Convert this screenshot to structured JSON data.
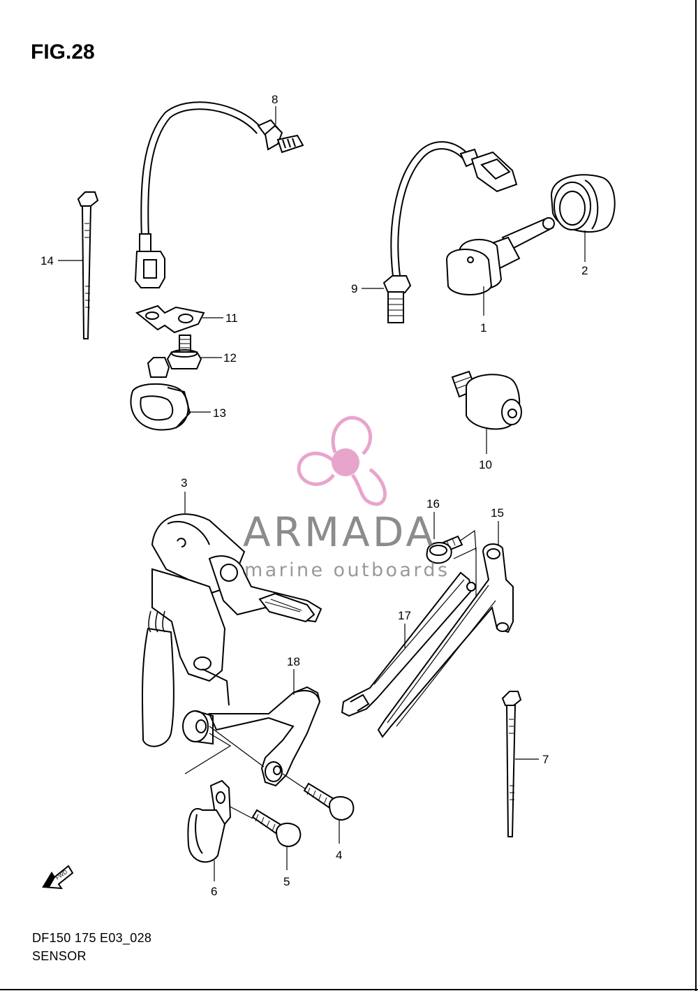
{
  "figure": {
    "title": "FIG.28",
    "model_code": "DF150 175 E03_028",
    "section_name": "SENSOR"
  },
  "watermark": {
    "brand": "ARMADA",
    "tagline": "marine outboards",
    "logo_color": "#e8a5cc",
    "text_color": "#666666"
  },
  "direction_marker": {
    "label": "FWD"
  },
  "callouts": [
    {
      "id": "1",
      "label": "1"
    },
    {
      "id": "2",
      "label": "2"
    },
    {
      "id": "3",
      "label": "3"
    },
    {
      "id": "4",
      "label": "4"
    },
    {
      "id": "5",
      "label": "5"
    },
    {
      "id": "6",
      "label": "6"
    },
    {
      "id": "7",
      "label": "7"
    },
    {
      "id": "8",
      "label": "8"
    },
    {
      "id": "9",
      "label": "9"
    },
    {
      "id": "10",
      "label": "10"
    },
    {
      "id": "11",
      "label": "11"
    },
    {
      "id": "12",
      "label": "12"
    },
    {
      "id": "13",
      "label": "13"
    },
    {
      "id": "14",
      "label": "14"
    },
    {
      "id": "15",
      "label": "15"
    },
    {
      "id": "16",
      "label": "16"
    },
    {
      "id": "17",
      "label": "17"
    },
    {
      "id": "18",
      "label": "18"
    }
  ]
}
